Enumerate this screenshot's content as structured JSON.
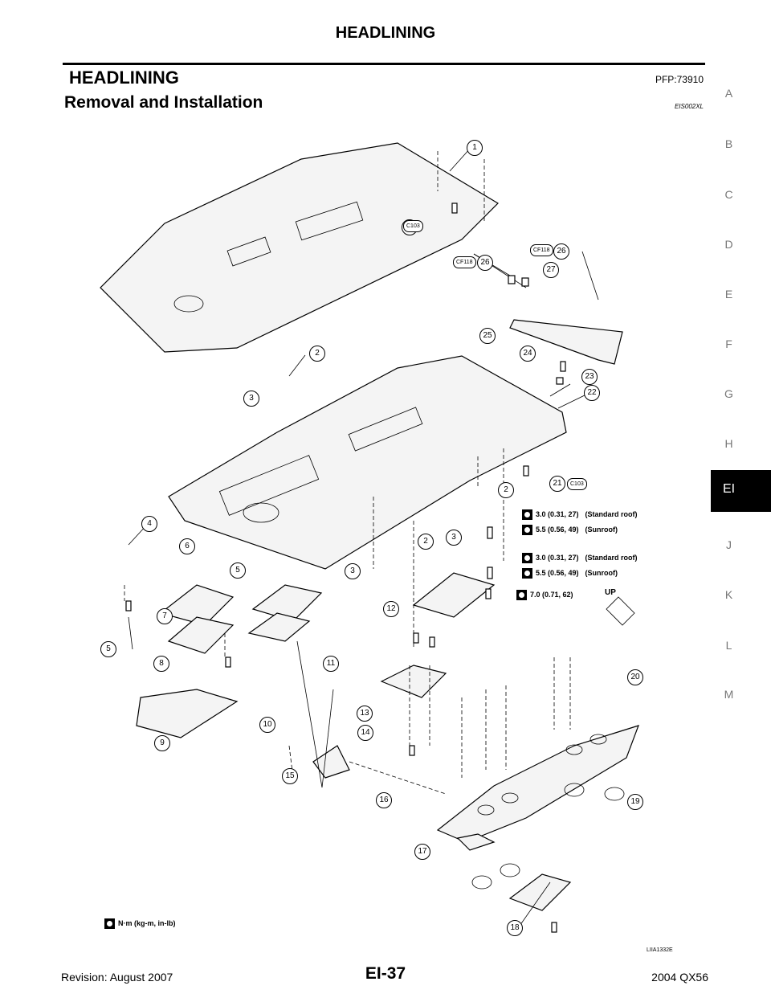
{
  "page": {
    "header_title": "HEADLINING",
    "section_title": "HEADLINING",
    "section_code": "PFP:73910",
    "subsection_title": "Removal and Installation",
    "subsection_code": "EIS002XL",
    "side_letters": [
      "A",
      "B",
      "C",
      "D",
      "E",
      "F",
      "G",
      "H",
      "J",
      "K",
      "L",
      "M"
    ],
    "active_tab": "EI"
  },
  "diagram": {
    "callouts": [
      "1",
      "2",
      "2",
      "2",
      "3",
      "3",
      "3",
      "4",
      "5",
      "5",
      "6",
      "7",
      "8",
      "9",
      "10",
      "11",
      "12",
      "13",
      "14",
      "15",
      "16",
      "17",
      "18",
      "19",
      "20",
      "21",
      "21",
      "22",
      "23",
      "24",
      "25",
      "26",
      "26",
      "27"
    ],
    "connectors": [
      "C103",
      "CF118",
      "CF118",
      "C103"
    ],
    "torque_specs": [
      {
        "value": "3.0 (0.31, 27)",
        "note": "(Standard roof)"
      },
      {
        "value": "5.5 (0.56, 49)",
        "note": "(Sunroof)"
      },
      {
        "value": "3.0 (0.31, 27)",
        "note": "(Standard roof)"
      },
      {
        "value": "5.5 (0.56, 49)",
        "note": "(Sunroof)"
      },
      {
        "value": "7.0 (0.71, 62)",
        "note": ""
      }
    ],
    "up_label": "UP",
    "legend": "N·m (kg-m, in-lb)",
    "figure_id": "LIIA1332E"
  },
  "footer": {
    "revision": "Revision: August 2007",
    "page_number": "EI-37",
    "model": "2004 QX56"
  }
}
